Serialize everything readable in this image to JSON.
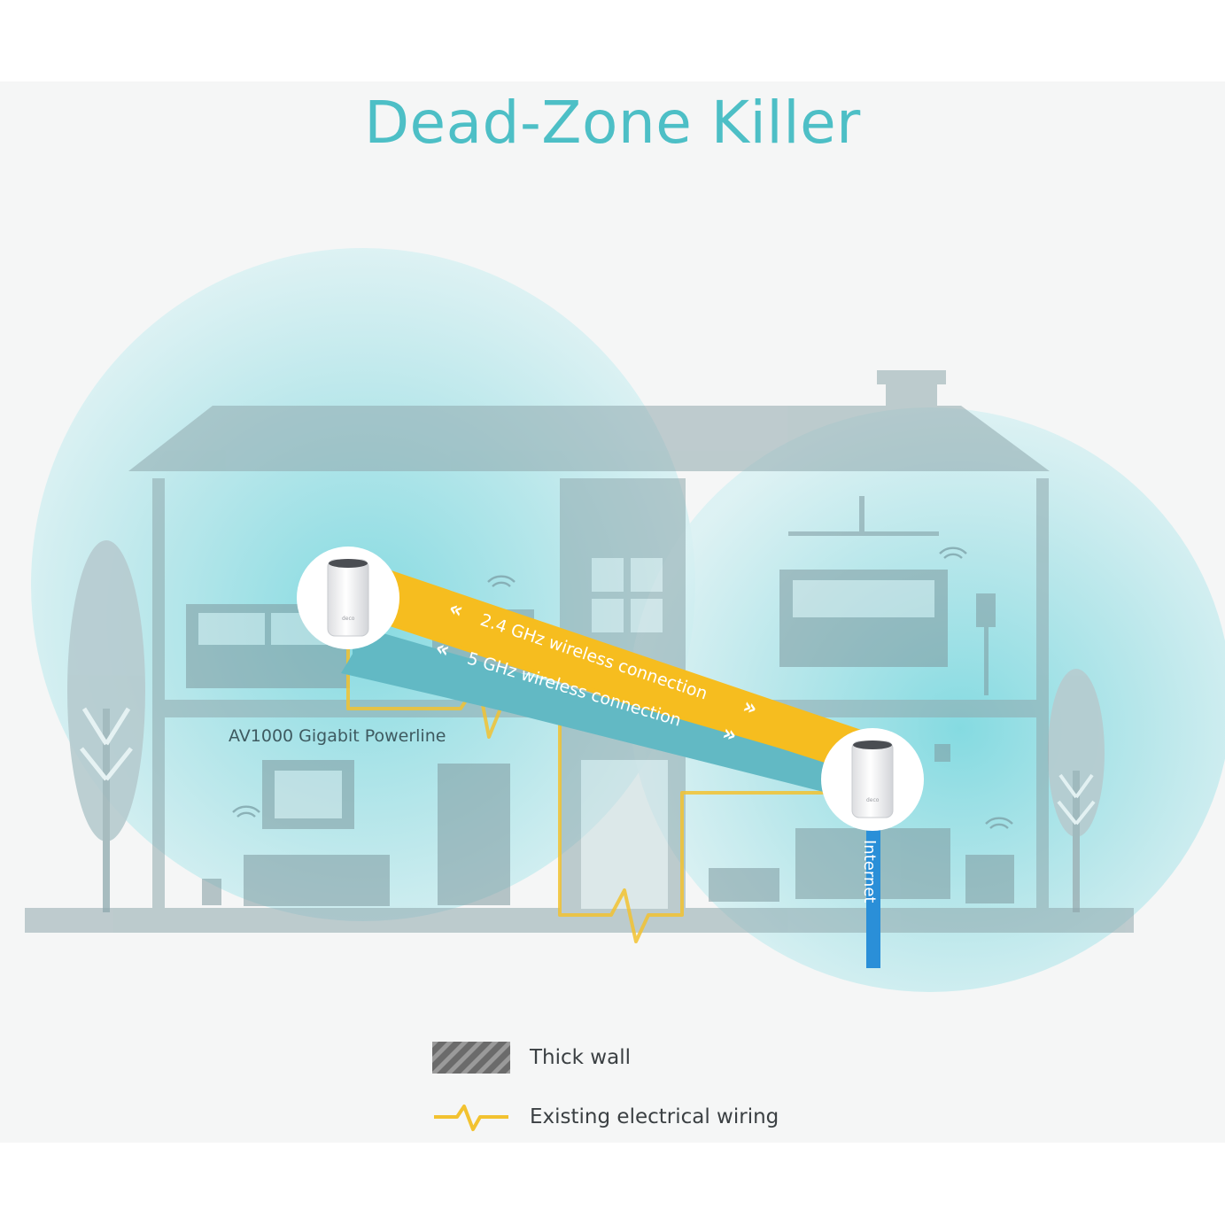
{
  "title": "Dead-Zone Killer",
  "labels": {
    "band_24": "2.4 GHz wireless connection",
    "band_5": "5 GHz wireless connection",
    "powerline": "AV1000 Gigabit Powerline",
    "internet": "Internet",
    "device_brand": "deco"
  },
  "legend": {
    "thick_wall": "Thick wall",
    "wiring": "Existing electrical wiring"
  },
  "colors": {
    "title": "#4dbfc6",
    "band_24": "#f6bd1f",
    "band_5": "#62b9c4",
    "wiring": "#f2c230",
    "internet": "#2a8fd8",
    "house": "#a9bfc3"
  },
  "icons": [
    "deco-unit-icon",
    "wifi-icon",
    "tree-icon",
    "chevron-double-icon"
  ]
}
